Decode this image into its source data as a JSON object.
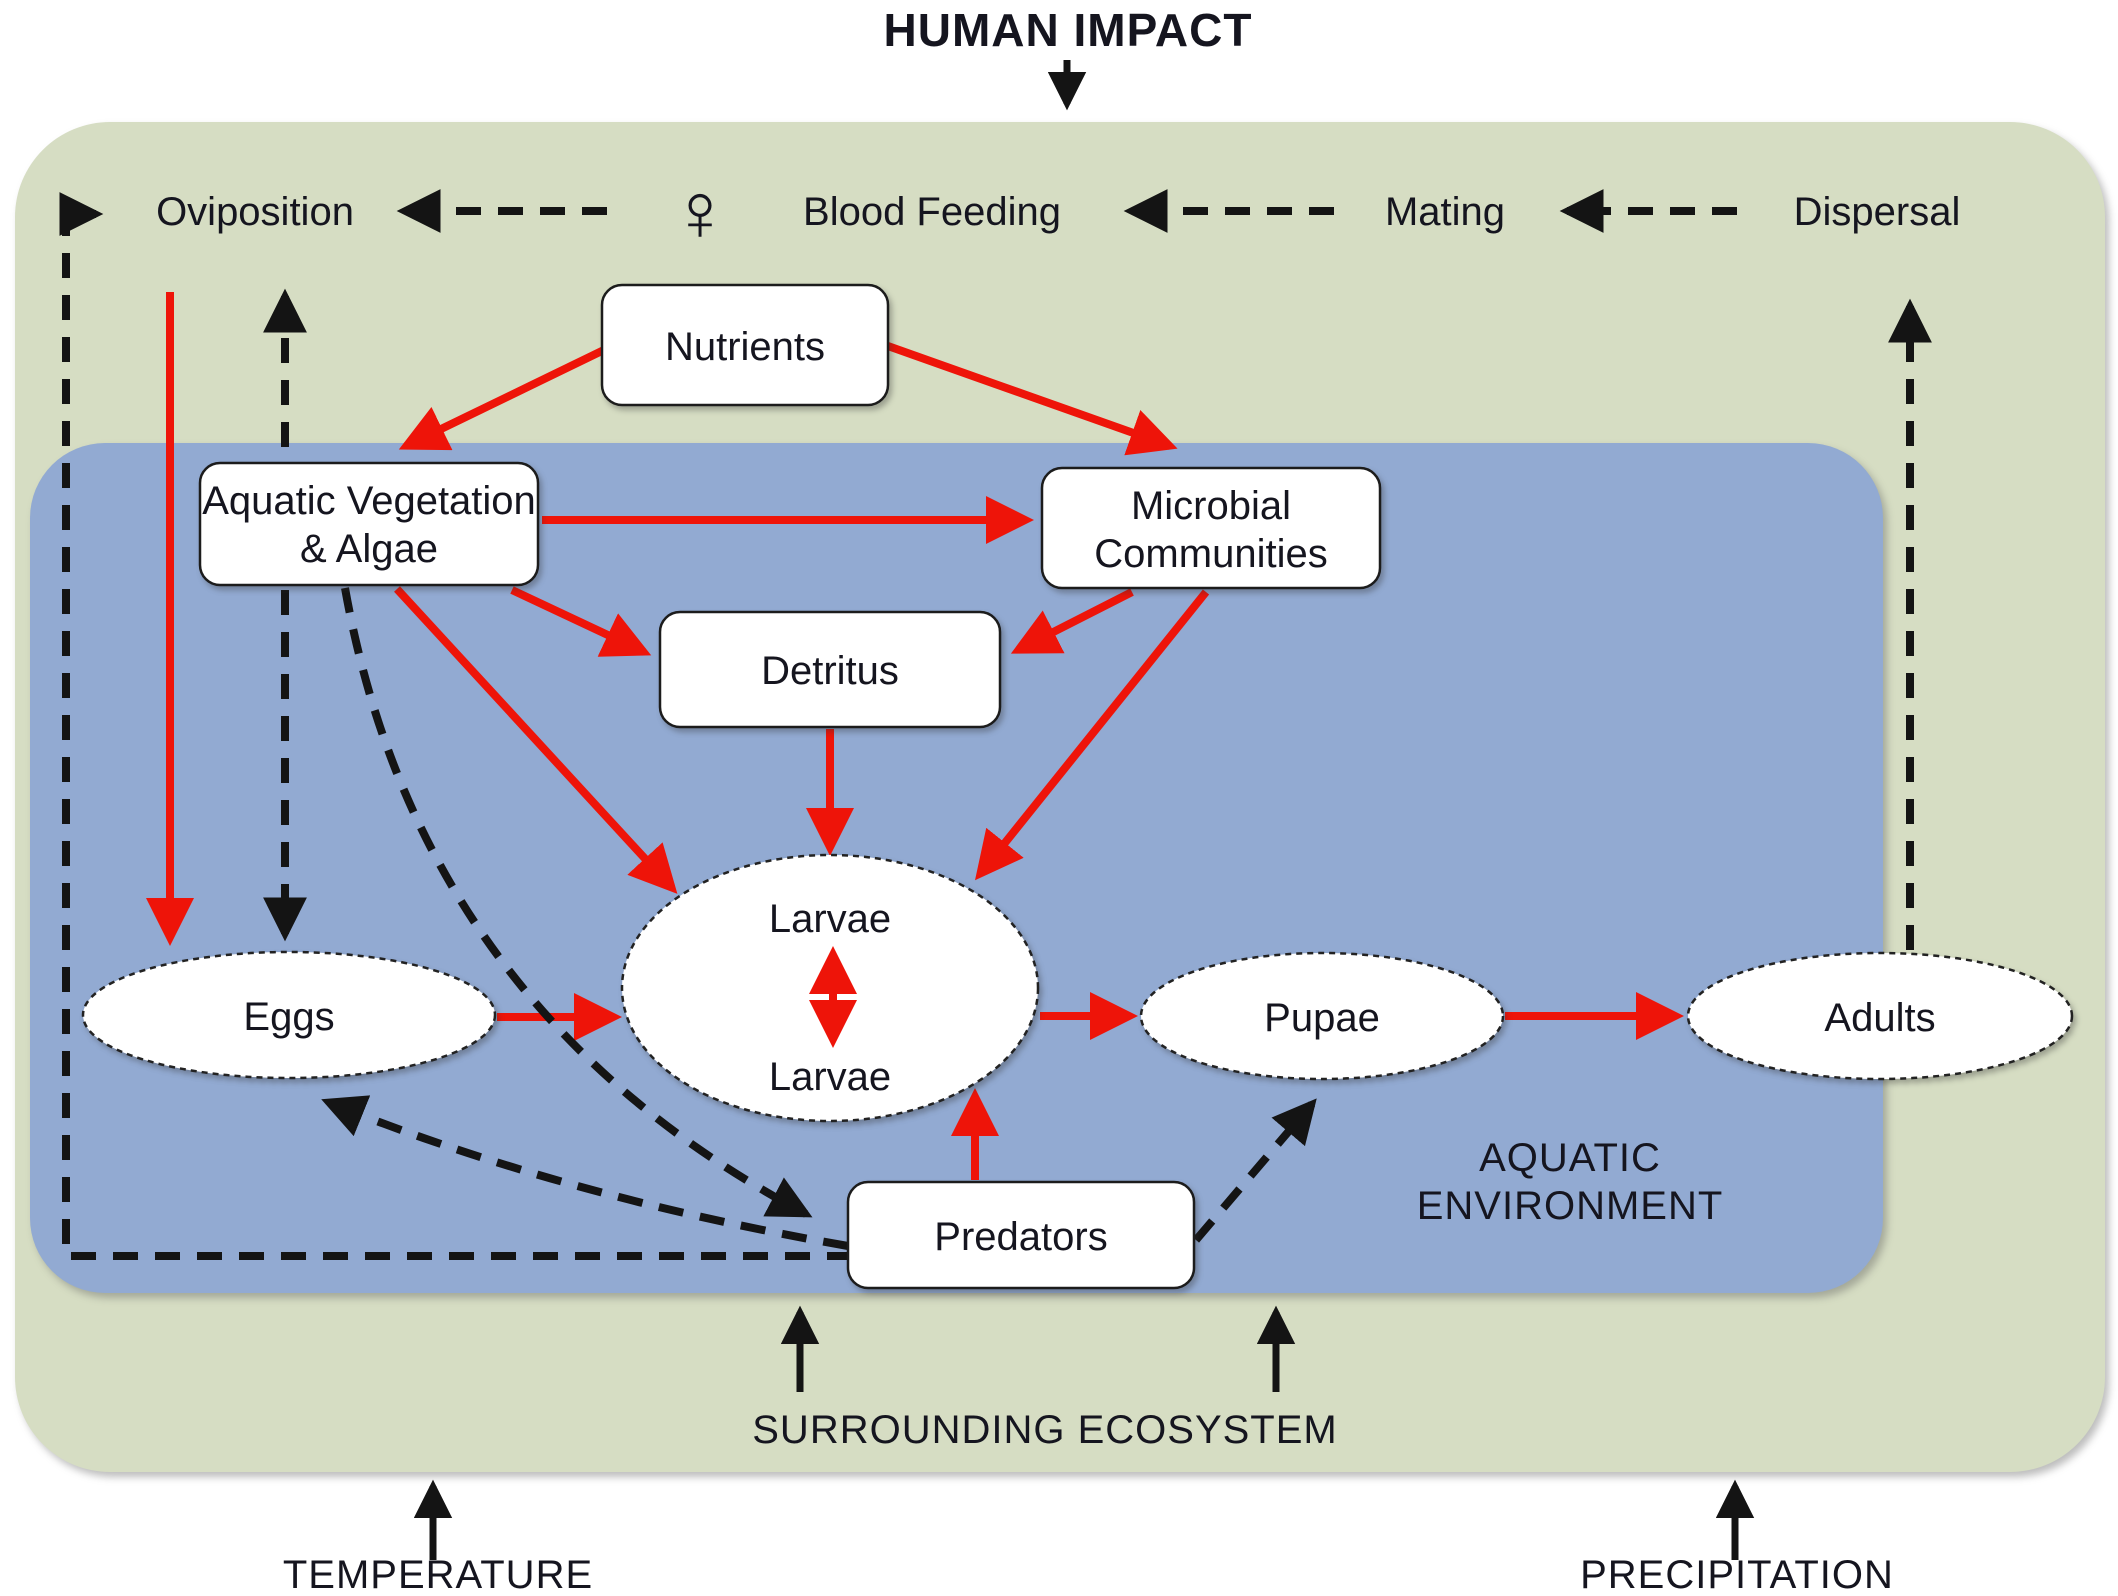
{
  "title": "HUMAN IMPACT",
  "behaviors": {
    "oviposition": "Oviposition",
    "female_symbol": "♀",
    "blood_feeding": "Blood Feeding",
    "mating": "Mating",
    "dispersal": "Dispersal"
  },
  "nodes": {
    "nutrients": "Nutrients",
    "aquatic_vegetation_line1": "Aquatic Vegetation",
    "aquatic_vegetation_line2": "& Algae",
    "microbial_line1": "Microbial",
    "microbial_line2": "Communities",
    "detritus": "Detritus",
    "eggs": "Eggs",
    "larvae_top": "Larvae",
    "larvae_bottom": "Larvae",
    "pupae": "Pupae",
    "adults": "Adults",
    "predators": "Predators"
  },
  "regions": {
    "aquatic_line1": "AQUATIC",
    "aquatic_line2": "ENVIRONMENT",
    "surrounding_ecosystem": "SURROUNDING ECOSYSTEM"
  },
  "external_drivers": {
    "temperature": "TEMPERATURE",
    "precipitation": "PRECIPITATION"
  },
  "colors": {
    "ecosystem_green": "#d6ddc3",
    "aquatic_blue": "#92aad2",
    "arrow_red": "#ee1409",
    "arrow_black": "#141414",
    "node_fill": "#ffffff",
    "text": "#15151f"
  },
  "edges": [
    {
      "from": "Human Impact",
      "to": "Surrounding Ecosystem",
      "style": "solid-black"
    },
    {
      "from": "Blood Feeding",
      "to": "Oviposition",
      "style": "dashed"
    },
    {
      "from": "Mating",
      "to": "Blood Feeding",
      "style": "dashed"
    },
    {
      "from": "Dispersal",
      "to": "Mating",
      "style": "dashed"
    },
    {
      "from": "Adults",
      "to": "Dispersal",
      "style": "dashed"
    },
    {
      "from": "Oviposition",
      "to": "Eggs",
      "style": "red"
    },
    {
      "from": "Eggs",
      "to": "Oviposition",
      "style": "dashed-double"
    },
    {
      "from": "Nutrients",
      "to": "Aquatic Vegetation & Algae",
      "style": "red"
    },
    {
      "from": "Nutrients",
      "to": "Microbial Communities",
      "style": "red"
    },
    {
      "from": "Aquatic Vegetation & Algae",
      "to": "Microbial Communities",
      "style": "red"
    },
    {
      "from": "Aquatic Vegetation & Algae",
      "to": "Detritus",
      "style": "red"
    },
    {
      "from": "Microbial Communities",
      "to": "Detritus",
      "style": "red"
    },
    {
      "from": "Aquatic Vegetation & Algae",
      "to": "Larvae",
      "style": "red"
    },
    {
      "from": "Microbial Communities",
      "to": "Larvae",
      "style": "red"
    },
    {
      "from": "Detritus",
      "to": "Larvae",
      "style": "red"
    },
    {
      "from": "Eggs",
      "to": "Larvae",
      "style": "red"
    },
    {
      "from": "Larvae",
      "to": "Larvae",
      "style": "red-double"
    },
    {
      "from": "Larvae",
      "to": "Pupae",
      "style": "red"
    },
    {
      "from": "Pupae",
      "to": "Adults",
      "style": "red"
    },
    {
      "from": "Predators",
      "to": "Larvae",
      "style": "red"
    },
    {
      "from": "Aquatic Vegetation & Algae",
      "to": "Predators",
      "style": "dashed"
    },
    {
      "from": "Predators",
      "to": "Eggs",
      "style": "dashed"
    },
    {
      "from": "Predators",
      "to": "Pupae",
      "style": "dashed"
    },
    {
      "from": "Predators",
      "to": "Oviposition",
      "style": "dashed"
    },
    {
      "from": "Surrounding Ecosystem",
      "to": "Aquatic Environment",
      "style": "solid-black"
    },
    {
      "from": "Temperature",
      "to": "Surrounding Ecosystem",
      "style": "solid-black"
    },
    {
      "from": "Precipitation",
      "to": "Surrounding Ecosystem",
      "style": "solid-black"
    }
  ]
}
